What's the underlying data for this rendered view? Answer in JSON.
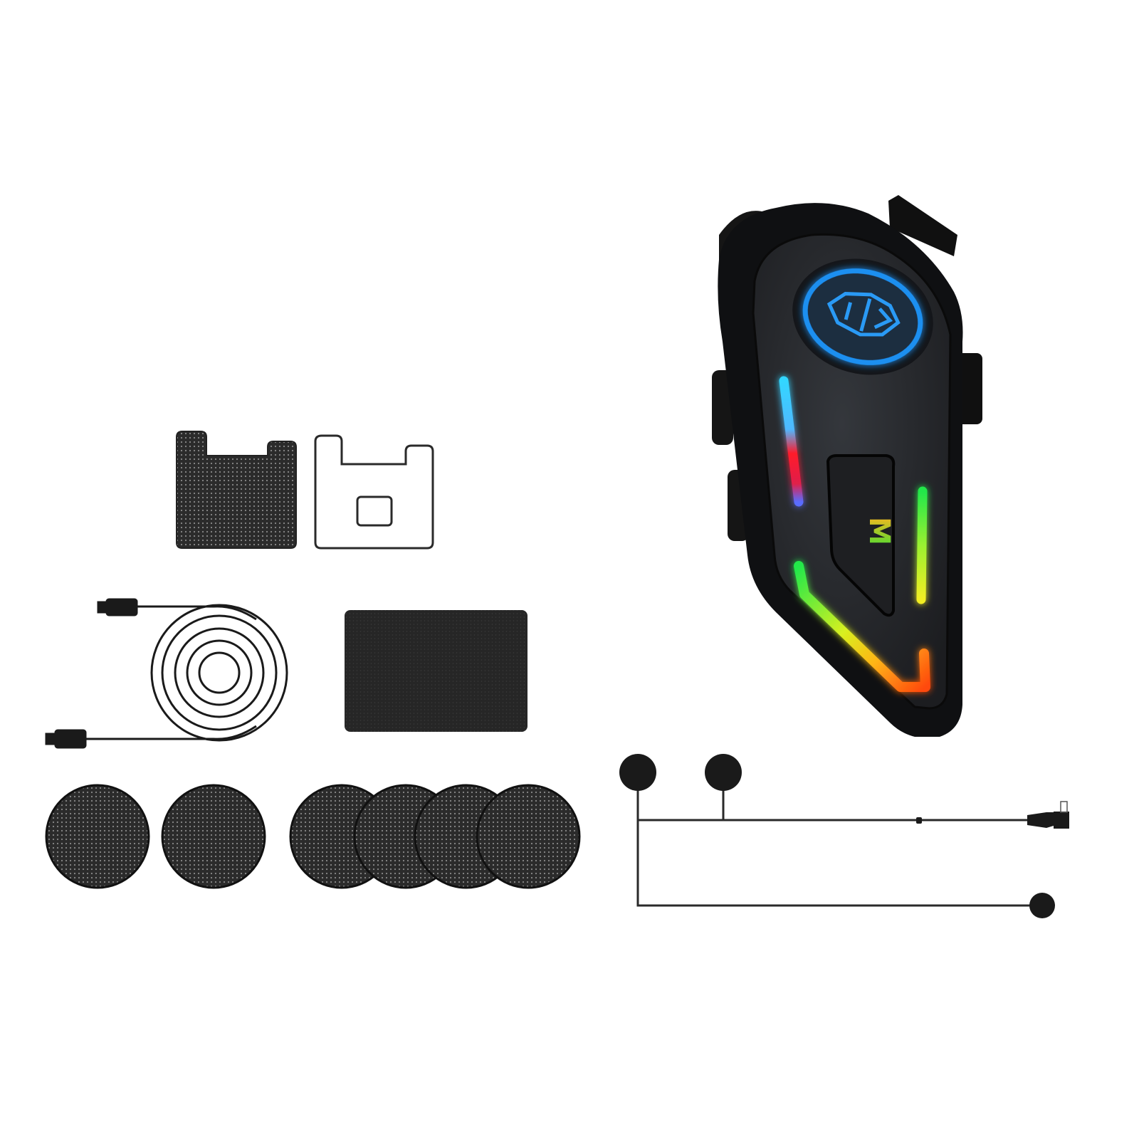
{
  "product": {
    "device_button_label": "M",
    "items": [
      "intercom-device",
      "mesh-sticker",
      "mounting-plate-outline",
      "usb-cable-coil",
      "velcro-pad",
      "speaker-foam-covers",
      "headset-speakers-microphone-cable"
    ]
  },
  "colors": {
    "background": "#ffffff",
    "device_body": "#111214",
    "device_face": "#25272b",
    "button_ring": "#1e8ff0",
    "led_cyan": "#33d6ff",
    "led_red": "#ff1a2a",
    "led_green": "#22e84a",
    "led_yellow": "#f2ee24",
    "led_orange": "#ff5a10",
    "mesh": "#2a2a2a"
  }
}
